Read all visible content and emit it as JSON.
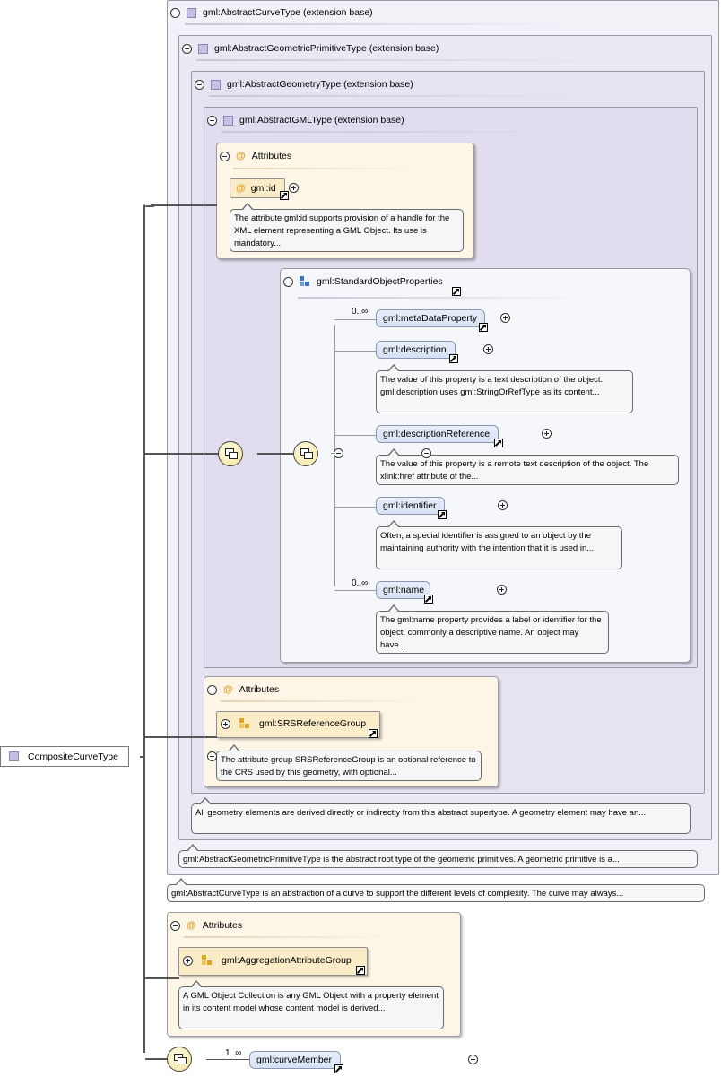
{
  "root": {
    "label": "CompositeCurveType"
  },
  "types": {
    "curve": "gml:AbstractCurveType (extension base)",
    "geometric_primitive": "gml:AbstractGeometricPrimitiveType (extension base)",
    "geometry": "gml:AbstractGeometryType (extension base)",
    "gml": "gml:AbstractGMLType (extension base)"
  },
  "gml_attributes": {
    "title": "Attributes",
    "id_label": "gml:id",
    "id_note": "The attribute gml:id supports provision of a handle for the XML element representing a GML Object. Its use is mandatory..."
  },
  "standard_object_properties": {
    "title": "gml:StandardObjectProperties",
    "elements": [
      {
        "label": "gml:metaDataProperty",
        "occurrence": "0..∞",
        "note": ""
      },
      {
        "label": "gml:description",
        "occurrence": "",
        "note": "The value of this property is a text description of the object. gml:description uses gml:StringOrRefType as its content..."
      },
      {
        "label": "gml:descriptionReference",
        "occurrence": "",
        "note": "The value of this property is a remote text description of the object. The xlink:href attribute of the..."
      },
      {
        "label": "gml:identifier",
        "occurrence": "",
        "note": "Often, a special identifier is assigned to an object by the maintaining authority with the intention that it is used in..."
      },
      {
        "label": "gml:name",
        "occurrence": "0..∞",
        "note": "The gml:name property provides a label or identifier for the object, commonly a descriptive name. An object may have..."
      }
    ]
  },
  "geometry_attributes": {
    "title": "Attributes",
    "group_label": "gml:SRSReferenceGroup",
    "group_note": "The attribute group SRSReferenceGroup is an optional reference to the CRS used by this geometry, with optional..."
  },
  "notes": {
    "geometry": "All geometry elements are derived directly or indirectly from this abstract supertype. A geometry element may have an...",
    "geometric_primitive": "gml:AbstractGeometricPrimitiveType is the abstract root type of the geometric primitives. A geometric primitive is a...",
    "curve": "gml:AbstractCurveType is an abstraction of a curve to support the different levels of complexity. The curve may always..."
  },
  "composite_attributes": {
    "title": "Attributes",
    "group_label": "gml:AggregationAttributeGroup",
    "group_note": "A GML Object Collection is any GML Object with a property element in its content model whose content model is derived..."
  },
  "curve_member": {
    "label": "gml:curveMember",
    "occurrence": "1..∞"
  },
  "colors": {
    "attribute_icon": "#e39a1f",
    "type_icon": "#c7bfe3",
    "group_icon_blue": "#3b74b8",
    "element_fill": "#dbe5f4"
  }
}
